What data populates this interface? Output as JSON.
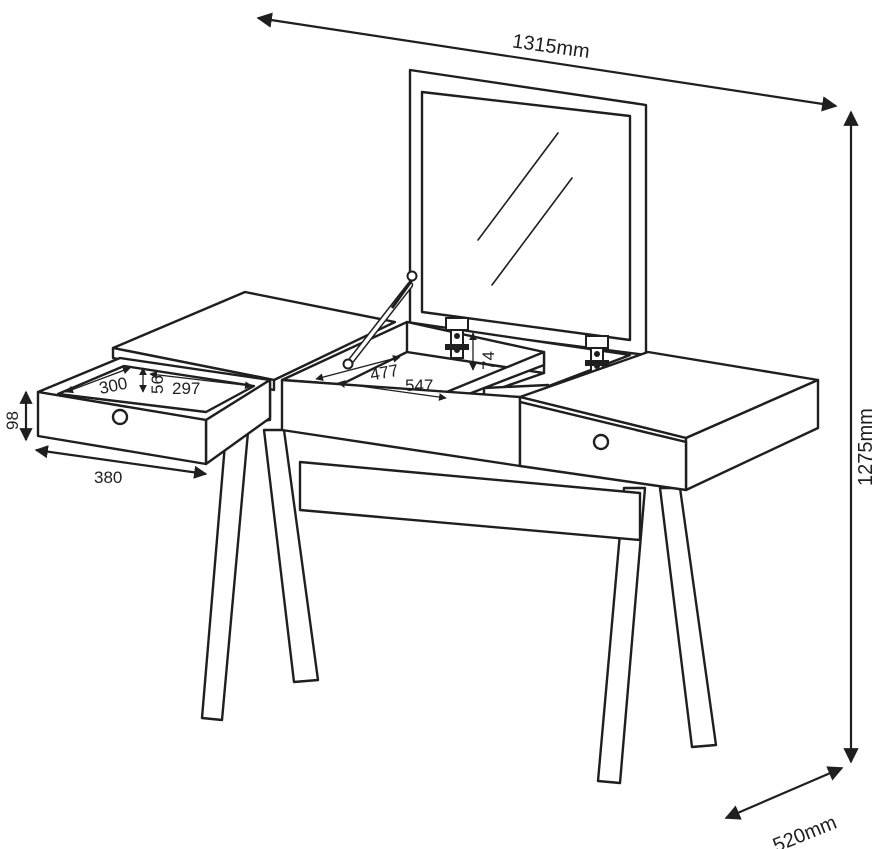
{
  "dimensions": {
    "overall_width": "1315mm",
    "overall_height": "1275mm",
    "overall_depth": "520mm",
    "drawer_height": "98",
    "drawer_width": "380",
    "drawer_inner_depth": "300",
    "drawer_inner_height": "56",
    "drawer_inner_width": "297",
    "compartment_depth": "477",
    "compartment_width": "547",
    "compartment_height": "74"
  },
  "colors": {
    "line": "#1f1f1f",
    "background": "#ffffff"
  }
}
